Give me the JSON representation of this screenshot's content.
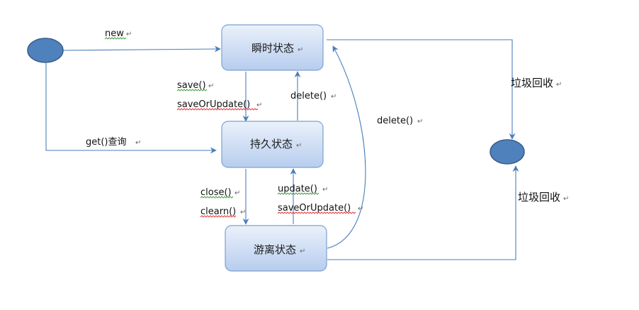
{
  "states": {
    "transient": "瞬时状态",
    "persistent": "持久状态",
    "detached": "游离状态"
  },
  "edges": {
    "new": "new",
    "get_query": "get()查询",
    "save": "save()",
    "save_or_update_1": "saveOrUpdate()",
    "delete_1": "delete()",
    "close": "close()",
    "clear": "clearn()",
    "update": "update()",
    "save_or_update_2": "saveOrUpdate()",
    "delete_2": "delete()",
    "gc_1": "垃圾回收",
    "gc_2": "垃圾回收"
  },
  "paragraph_mark": "↵",
  "colors": {
    "node_fill_top": "#eaf1fb",
    "node_fill_bottom": "#b7cdee",
    "node_border": "#7f9fcf",
    "ellipse_fill": "#4f81bd",
    "ellipse_border": "#385d8a",
    "arrow": "#4a7ebb",
    "spell_green": "#3c9a3c",
    "spell_red": "#e03030"
  }
}
